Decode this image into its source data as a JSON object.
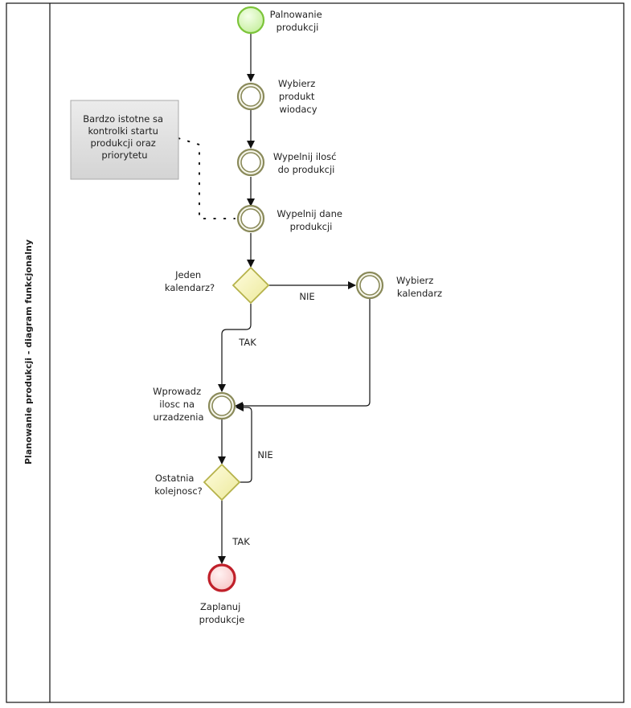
{
  "pool": {
    "title": "Planowanie produkcji - diagram funkcjonalny"
  },
  "events": {
    "start": [
      "Palnowanie",
      "produkcji"
    ],
    "select_product": [
      "Wybierz",
      "produkt",
      "wiodacy"
    ],
    "fill_quantity": [
      "Wypelnij ilosć",
      "do produkcji"
    ],
    "fill_data": [
      "Wypelnij dane",
      "produkcji"
    ],
    "select_calendar": [
      "Wybierz",
      "kalendarz"
    ],
    "enter_quantity": [
      "Wprowadz",
      "ilosc na",
      "urzadzenia"
    ],
    "end": [
      "Zaplanuj",
      "produkcje"
    ]
  },
  "gateways": {
    "one_calendar": [
      "Jeden",
      "kalendarz?"
    ],
    "last_sequence": [
      "Ostatnia",
      "kolejnosc?"
    ]
  },
  "flow_labels": {
    "no_calendar": "NIE",
    "yes_calendar": "TAK",
    "no_sequence": "NIE",
    "yes_sequence": "TAK"
  },
  "annotation": [
    "Bardzo istotne sa",
    "kontrolki startu",
    "produkcji oraz",
    "priorytetu"
  ],
  "colors": {
    "start_event": "#8fd44a",
    "intermediate_event": "#8a8a5a",
    "end_event": "#c0202a",
    "gateway": "#f4f1a8",
    "annotation_fill": "#dcdcdc"
  }
}
